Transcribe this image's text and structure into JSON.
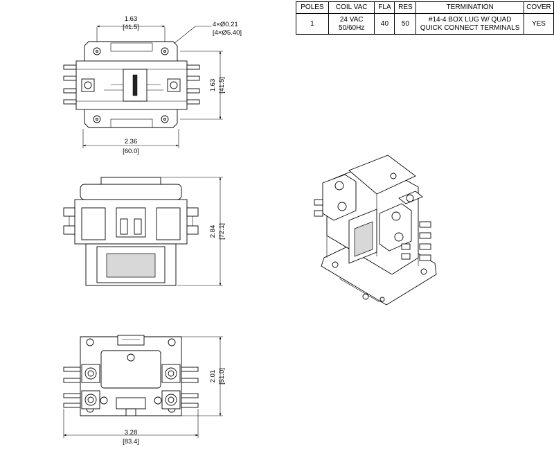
{
  "table": {
    "headers": [
      "POLES",
      "COIL VAC",
      "FLA",
      "RES",
      "TERMINATION",
      "COVER"
    ],
    "row": {
      "poles": "1",
      "coil_line1": "24 VAC",
      "coil_line2": "50/60Hz",
      "fla": "40",
      "res": "50",
      "termination_line1": "#14-4 BOX LUG W/ QUAD",
      "termination_line2": "QUICK CONNECT TERMINALS",
      "cover": "YES"
    }
  },
  "dimensions": {
    "top_width_in": "1.63",
    "top_width_mm": "[41.5]",
    "hole_in": "4×Ø0.21",
    "hole_mm": "[4×Ø5.40]",
    "top_height_in": "1.63",
    "top_height_mm": "[41.5]",
    "top_overall_in": "2.36",
    "top_overall_mm": "[60.0]",
    "side_height_in": "2.84",
    "side_height_mm": "[72.1]",
    "front_height_in": "2.01",
    "front_height_mm": "[51.0]",
    "front_width_in": "3.28",
    "front_width_mm": "[83.4]"
  }
}
